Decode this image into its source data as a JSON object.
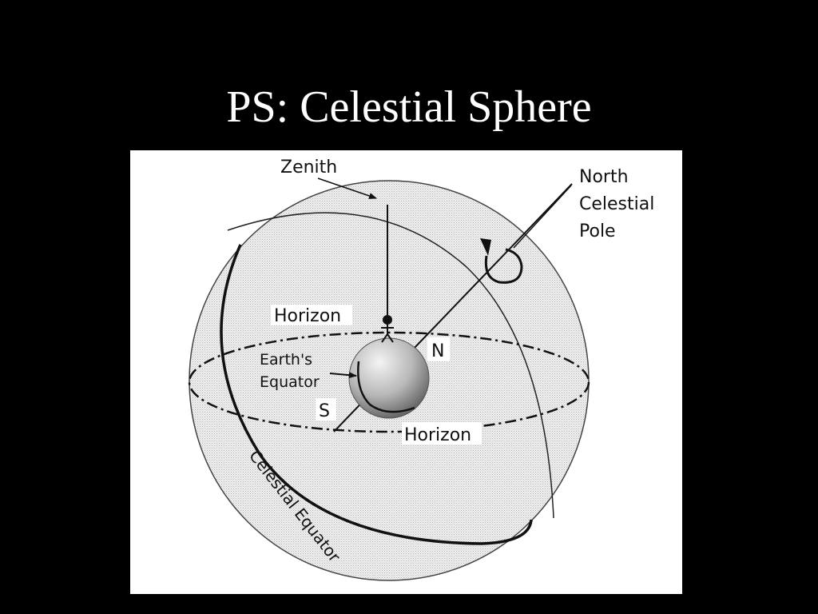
{
  "slide": {
    "title": "PS: Celestial Sphere"
  },
  "diagram": {
    "labels": {
      "zenith": "Zenith",
      "north_celestial_pole_line1": "North",
      "north_celestial_pole_line2": "Celestial",
      "north_celestial_pole_line3": "Pole",
      "horizon_upper": "Horizon",
      "horizon_lower": "Horizon",
      "earths_equator_line1": "Earth's",
      "earths_equator_line2": "Equator",
      "north": "N",
      "south": "S",
      "celestial_equator": "Celestial Equator"
    },
    "colors": {
      "background": "#000000",
      "panel": "#ffffff",
      "sphere_fill": "#e4e4e4",
      "earth_light": "#f0f0f0",
      "earth_dark": "#6a6a6a",
      "ink": "#111111"
    }
  }
}
